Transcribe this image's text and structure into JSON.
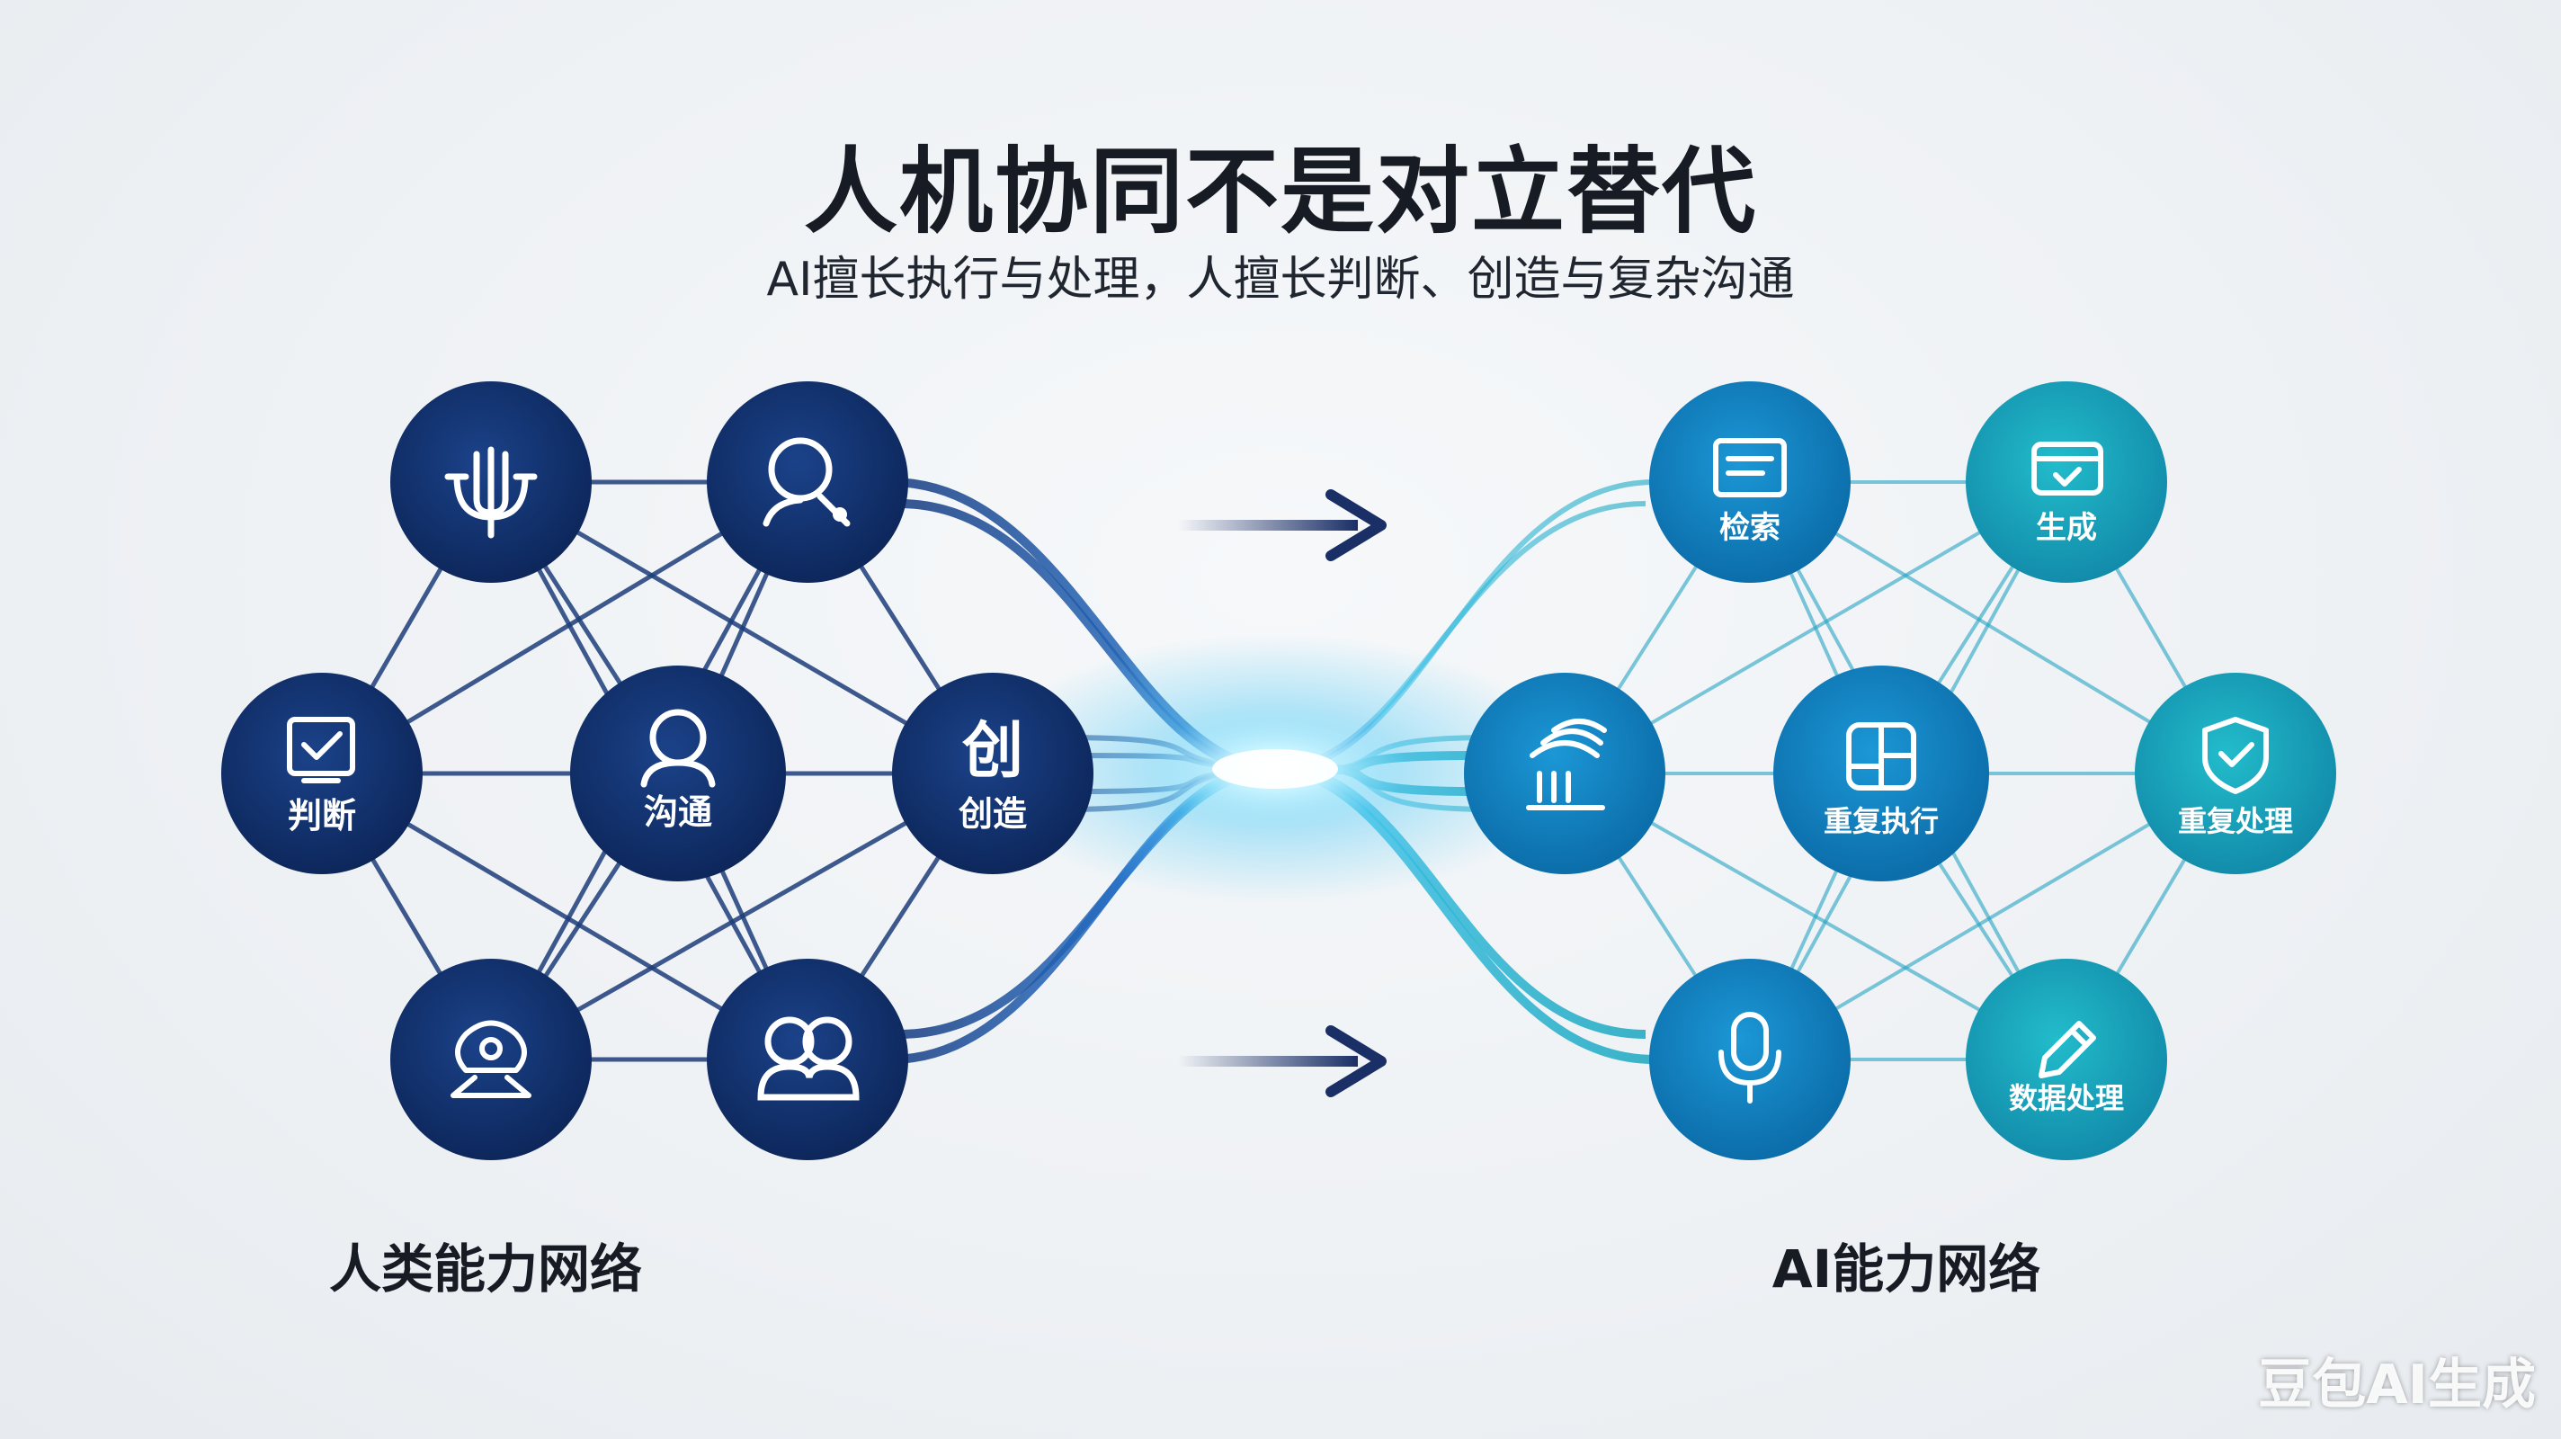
{
  "title": "人机协同不是对立替代",
  "subtitle": "AI擅长执行与处理，人擅长判断、创造与复杂沟通",
  "human_network": {
    "label": "人类能力网络",
    "nodes": [
      {
        "id": "h1",
        "icon": "microphone-wave-icon",
        "label": ""
      },
      {
        "id": "h2",
        "icon": "search-person-icon",
        "label": ""
      },
      {
        "id": "h3",
        "icon": "checklist-icon",
        "label": "判断"
      },
      {
        "id": "h4",
        "icon": "person-icon",
        "label": "沟通"
      },
      {
        "id": "h5",
        "icon": "create-glyph-icon",
        "label": "创造",
        "glyph": "创"
      },
      {
        "id": "h6",
        "icon": "brain-idea-icon",
        "label": ""
      },
      {
        "id": "h7",
        "icon": "group-icon",
        "label": ""
      }
    ]
  },
  "ai_network": {
    "label": "AI能力网络",
    "nodes": [
      {
        "id": "a1",
        "icon": "document-icon",
        "label": "检索"
      },
      {
        "id": "a2",
        "icon": "folder-check-icon",
        "label": "生成"
      },
      {
        "id": "a3",
        "icon": "signal-chart-icon",
        "label": ""
      },
      {
        "id": "a4",
        "icon": "grid-layout-icon",
        "label": "重复执行"
      },
      {
        "id": "a5",
        "icon": "shield-check-icon",
        "label": "重复处理"
      },
      {
        "id": "a6",
        "icon": "microphone-icon",
        "label": ""
      },
      {
        "id": "a7",
        "icon": "pencil-icon",
        "label": "数据处理"
      }
    ]
  },
  "arrows": [
    "arrow-right-icon",
    "arrow-right-icon"
  ],
  "colors": {
    "human_node": "#0f2f6b",
    "ai_node_blue": "#0e7fc0",
    "ai_node_teal": "#16a3b5",
    "line_human": "#1d3d7a",
    "line_ai": "#27a4c4",
    "glow": "#8fe0ff"
  },
  "watermark": "豆包AI生成"
}
